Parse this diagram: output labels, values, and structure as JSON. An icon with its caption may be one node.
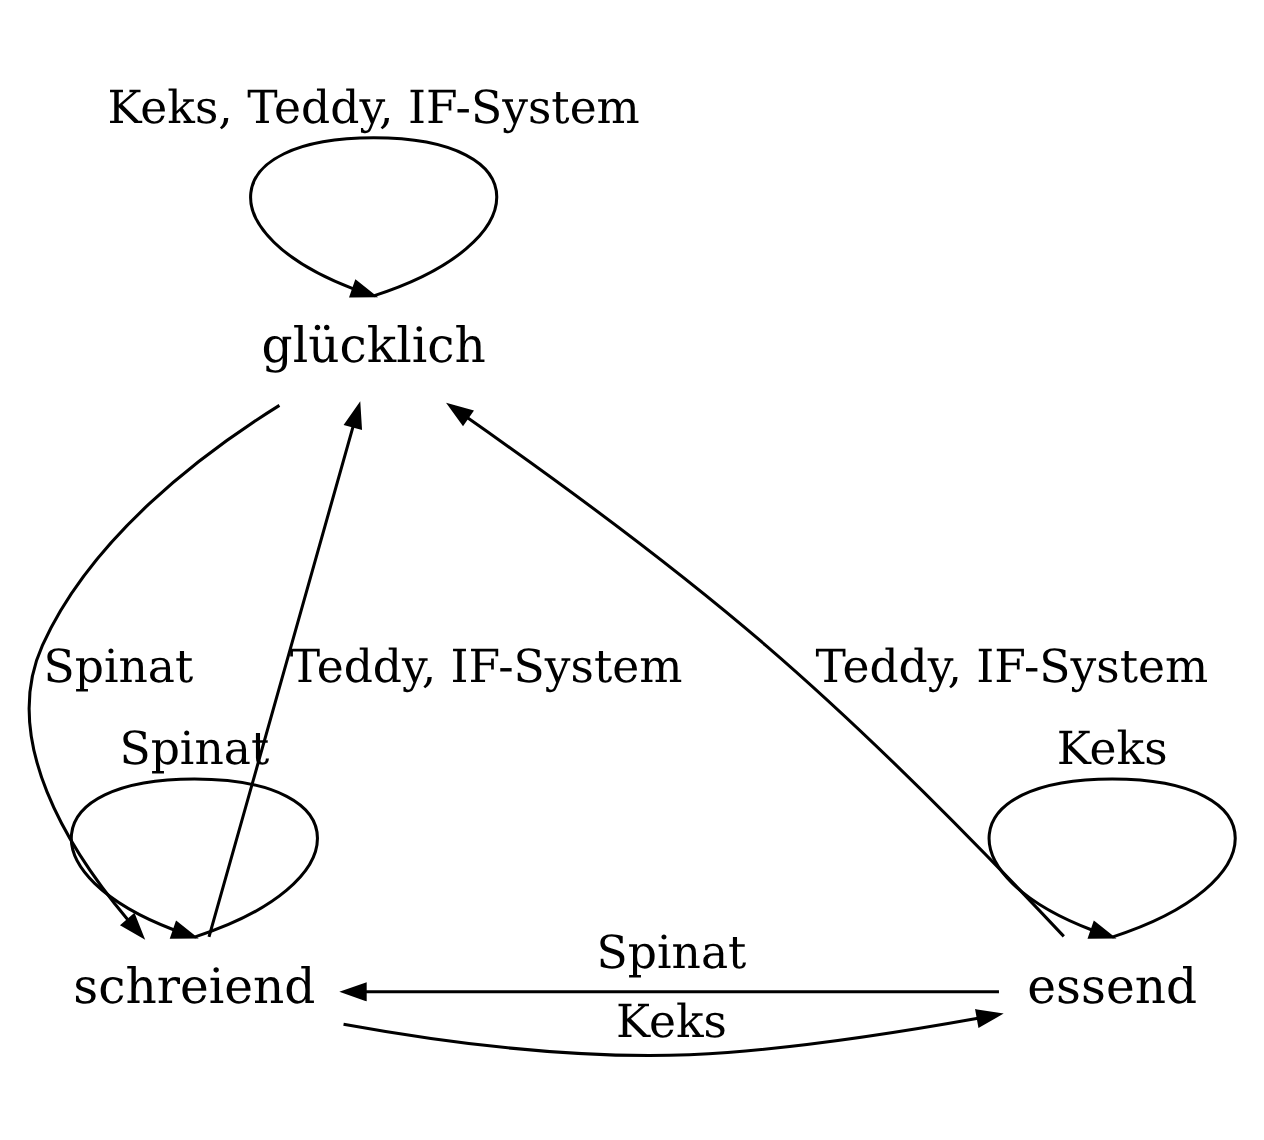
{
  "diagram": {
    "nodes": [
      {
        "text": [
          "glücklich"
        ]
      },
      {
        "text": [
          "schreiend"
        ]
      },
      {
        "text": [
          "essend"
        ]
      }
    ],
    "edges": [
      {
        "from": 0,
        "to": 0,
        "arrow": "to",
        "label": "Keks, Teddy, IF-System"
      },
      {
        "from": 1,
        "to": 0,
        "arrow": "to",
        "label": "Teddy, IF-System"
      },
      {
        "from": 0,
        "to": 1,
        "arrow": "to",
        "label": "Spinat"
      },
      {
        "from": 2,
        "to": 0,
        "arrow": "to",
        "label": "Teddy, IF-System"
      },
      {
        "from": 1,
        "to": 1,
        "arrow": "to",
        "label": "Spinat"
      },
      {
        "from": 2,
        "to": 2,
        "arrow": "to",
        "label": "Keks"
      },
      {
        "from": 1,
        "to": 2,
        "arrow": "to",
        "label": "Keks"
      },
      {
        "from": 2,
        "to": 1,
        "arrow": "to",
        "label": "Spinat"
      }
    ]
  }
}
